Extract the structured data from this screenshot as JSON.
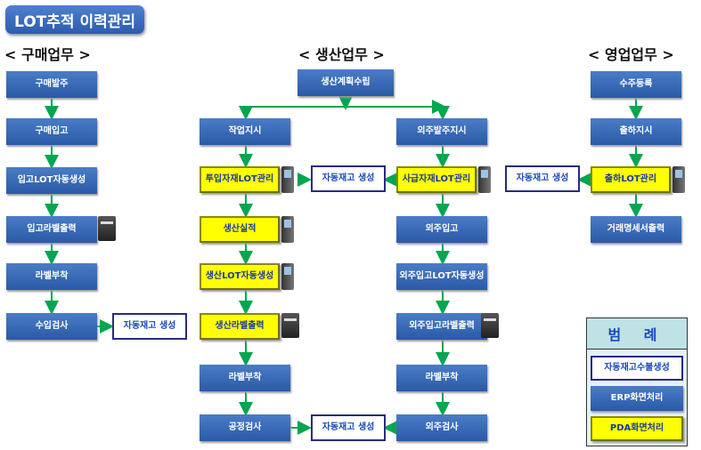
{
  "title": "LOT추적 이력관리",
  "headers": {
    "purchase": "< 구매업무 >",
    "production": "< 생산업무 >",
    "sales": "< 영업업무 >"
  },
  "purchase": [
    "구매발주",
    "구매입고",
    "입고LOT자동생성",
    "입고라벨출력",
    "라벨부착",
    "수입검사"
  ],
  "production": {
    "plan": "생산계획수립",
    "left": [
      "작업지시",
      "투입자재LOT관리",
      "생산실적",
      "생산LOT자동생성",
      "생산라벨출력",
      "라벨부착",
      "공정검사"
    ],
    "right": [
      "외주발주지시",
      "사급자재LOT관리",
      "외주입고",
      "외주입고LOT자동생성",
      "외주입고라벨출력",
      "라벨부착",
      "외주검사"
    ]
  },
  "sales": [
    "수주등록",
    "출하지시",
    "출하LOT관리",
    "거래명세서출력"
  ],
  "auto_stock": "자동재고 생성",
  "legend": {
    "title": "범 례",
    "auto": "자동재고수불생성",
    "erp": "ERP화면처리",
    "pda": "PDA화면처리"
  },
  "colors": {
    "arrow": "#00a650",
    "erp": "#2a5aa6",
    "pda": "#ffff00"
  }
}
